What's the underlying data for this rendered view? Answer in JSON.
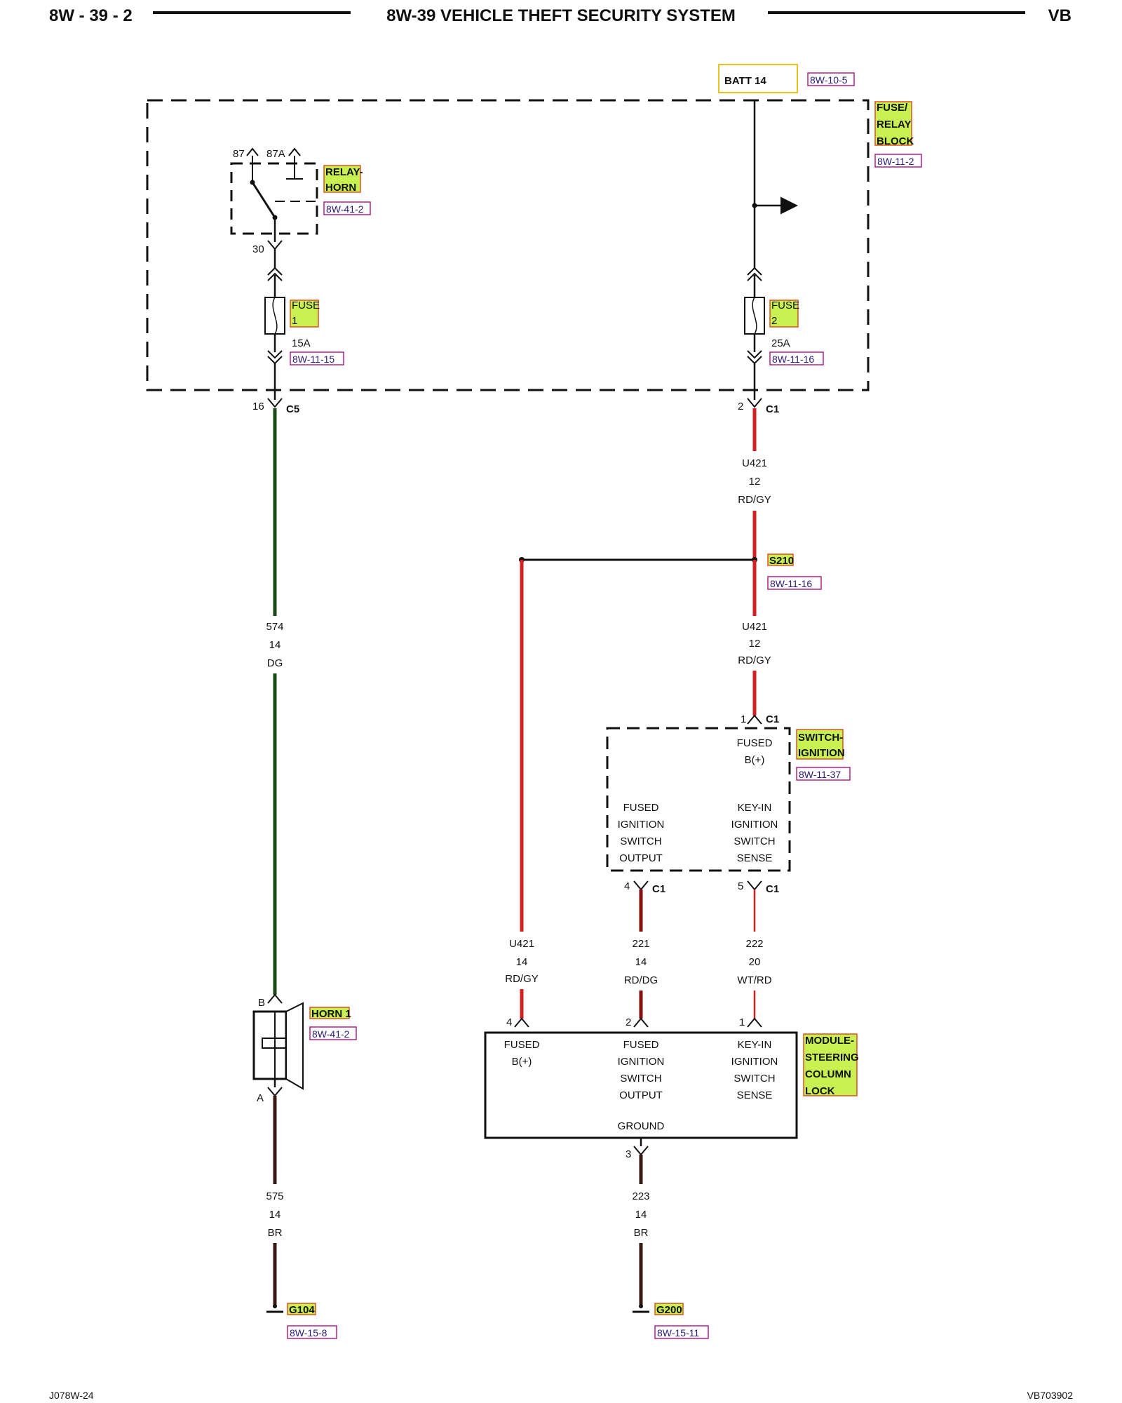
{
  "header": {
    "page_code": "8W - 39 - 2",
    "title": "8W-39 VEHICLE THEFT SECURITY SYSTEM",
    "vehicle": "VB"
  },
  "footer": {
    "left": "J078W-24",
    "right": "VB703902"
  },
  "colors": {
    "wire_red": "#d42020",
    "wire_green": "#1a4a1a",
    "wire_brown": "#3a1a10",
    "component_highlight": "#c8f050",
    "component_border": "#e05020",
    "ref_border": "#b0208a",
    "batt_border": "#e8c020"
  },
  "batt": {
    "label": "BATT 14",
    "ref": "8W-10-5"
  },
  "fuse_relay_block": {
    "name_lines": [
      "FUSE/",
      "RELAY",
      "BLOCK"
    ],
    "ref": "8W-11-2"
  },
  "relay_horn": {
    "name_lines": [
      "RELAY-",
      "HORN"
    ],
    "ref": "8W-41-2",
    "pin_87": "87",
    "pin_87a": "87A",
    "pin_30": "30"
  },
  "fuse1": {
    "name_lines": [
      "FUSE",
      "1"
    ],
    "rating": "15A",
    "ref": "8W-11-15"
  },
  "fuse2": {
    "name_lines": [
      "FUSE",
      "2"
    ],
    "rating": "25A",
    "ref": "8W-11-16"
  },
  "conn_c5": {
    "pin": "16",
    "name": "C5"
  },
  "conn_c1_top": {
    "pin": "2",
    "name": "C1"
  },
  "wire_u421_a": {
    "circuit": "U421",
    "gauge": "12",
    "color": "RD/GY"
  },
  "splice_s210": {
    "name": "S210",
    "ref": "8W-11-16"
  },
  "wire_u421_b": {
    "circuit": "U421",
    "gauge": "12",
    "color": "RD/GY"
  },
  "wire_574": {
    "circuit": "574",
    "gauge": "14",
    "color": "DG"
  },
  "switch_ignition": {
    "name_lines": [
      "SWITCH-",
      "IGNITION"
    ],
    "ref": "8W-11-37",
    "pin_in": "1",
    "pin_in_conn": "C1",
    "fused_b_lines": [
      "FUSED",
      "B(+)"
    ],
    "output_lines": [
      "FUSED",
      "IGNITION",
      "SWITCH",
      "OUTPUT"
    ],
    "sense_lines": [
      "KEY-IN",
      "IGNITION",
      "SWITCH",
      "SENSE"
    ],
    "pin_out4": "4",
    "pin_out4_conn": "C1",
    "pin_out5": "5",
    "pin_out5_conn": "C1"
  },
  "wire_u421_c": {
    "circuit": "U421",
    "gauge": "14",
    "color": "RD/GY"
  },
  "wire_221": {
    "circuit": "221",
    "gauge": "14",
    "color": "RD/DG"
  },
  "wire_222": {
    "circuit": "222",
    "gauge": "20",
    "color": "WT/RD"
  },
  "horn1": {
    "name": "HORN 1",
    "ref": "8W-41-2",
    "pin_b": "B",
    "pin_a": "A"
  },
  "module_scl": {
    "name_lines": [
      "MODULE-",
      "STEERING",
      "COLUMN",
      "LOCK"
    ],
    "pin4": "4",
    "pin2": "2",
    "pin1": "1",
    "pin3": "3",
    "fused_b_lines": [
      "FUSED",
      "B(+)"
    ],
    "output_lines": [
      "FUSED",
      "IGNITION",
      "SWITCH",
      "OUTPUT"
    ],
    "sense_lines": [
      "KEY-IN",
      "IGNITION",
      "SWITCH",
      "SENSE"
    ],
    "ground": "GROUND"
  },
  "wire_575": {
    "circuit": "575",
    "gauge": "14",
    "color": "BR"
  },
  "wire_223": {
    "circuit": "223",
    "gauge": "14",
    "color": "BR"
  },
  "ground_g104": {
    "name": "G104",
    "ref": "8W-15-8"
  },
  "ground_g200": {
    "name": "G200",
    "ref": "8W-15-11"
  }
}
